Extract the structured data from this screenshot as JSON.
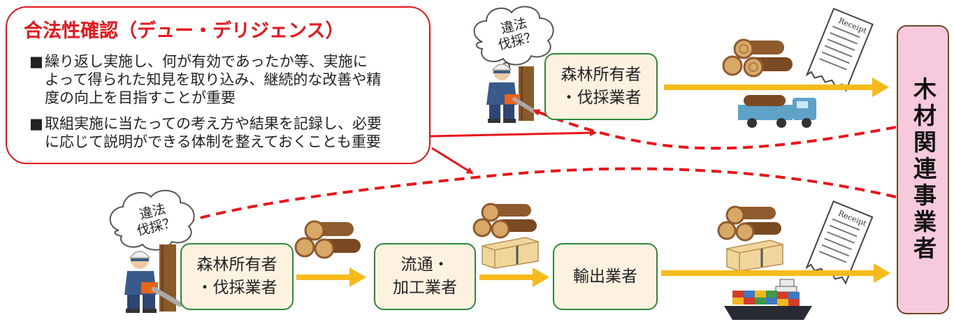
{
  "callout": {
    "title": "合法性確認（デュー・デリジェンス）",
    "bullets": [
      {
        "mark": "■",
        "lines": [
          "繰り返し実施し、何が有効であったか等、実施に",
          "よって得られた知見を取り込み、継続的な改善や精",
          "度の向上を目指すことが重要"
        ]
      },
      {
        "mark": "■",
        "lines": [
          "取組実施に当たっての考え方や結果を記録し、必要",
          "に応じて説明ができる体制を整えておくことも重要"
        ]
      }
    ]
  },
  "clouds": {
    "top": {
      "line1": "違法",
      "line2": "伐採？"
    },
    "bottom": {
      "line1": "違法",
      "line2": "伐採？"
    }
  },
  "top_chain": {
    "forest_owner": {
      "line1": "森林所有者",
      "line2": "・伐採業者"
    }
  },
  "bottom_chain": {
    "forest_owner": {
      "line1": "森林所有者",
      "line2": "・伐採業者"
    },
    "distribution": {
      "line1": "流通・",
      "line2": "加工業者"
    },
    "exporter": {
      "label": "輸出業者"
    }
  },
  "operators": {
    "label": "木材関連事業者"
  },
  "receipt": {
    "text": "Receipt"
  },
  "colors": {
    "callout_red": "#e8151b",
    "box_green": "#2c8a3c",
    "box_fill": "#fdf2df",
    "arrow_yellow": "#f6bb1a",
    "operators_fill": "#f7c9dc"
  }
}
